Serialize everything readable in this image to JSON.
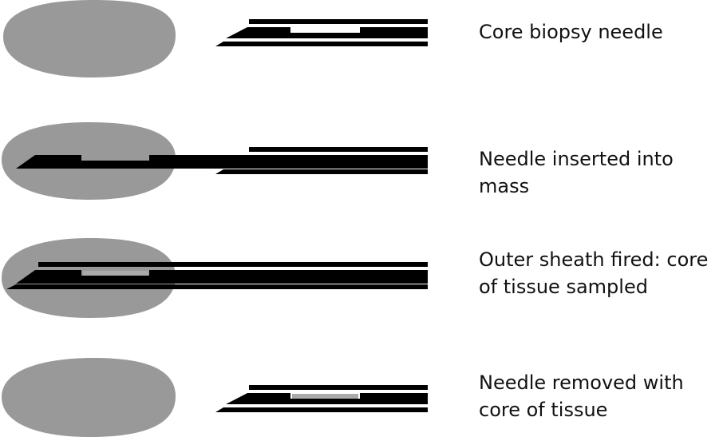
{
  "colors": {
    "mass": "#999999",
    "needle": "#000000",
    "background": "#ffffff",
    "tissue_core": "#aaaaaa"
  },
  "steps": [
    {
      "label": "Core biopsy needle"
    },
    {
      "label": "Needle inserted into mass"
    },
    {
      "label": "Outer sheath fired: core of tissue sampled"
    },
    {
      "label": "Needle removed with core of tissue"
    }
  ]
}
